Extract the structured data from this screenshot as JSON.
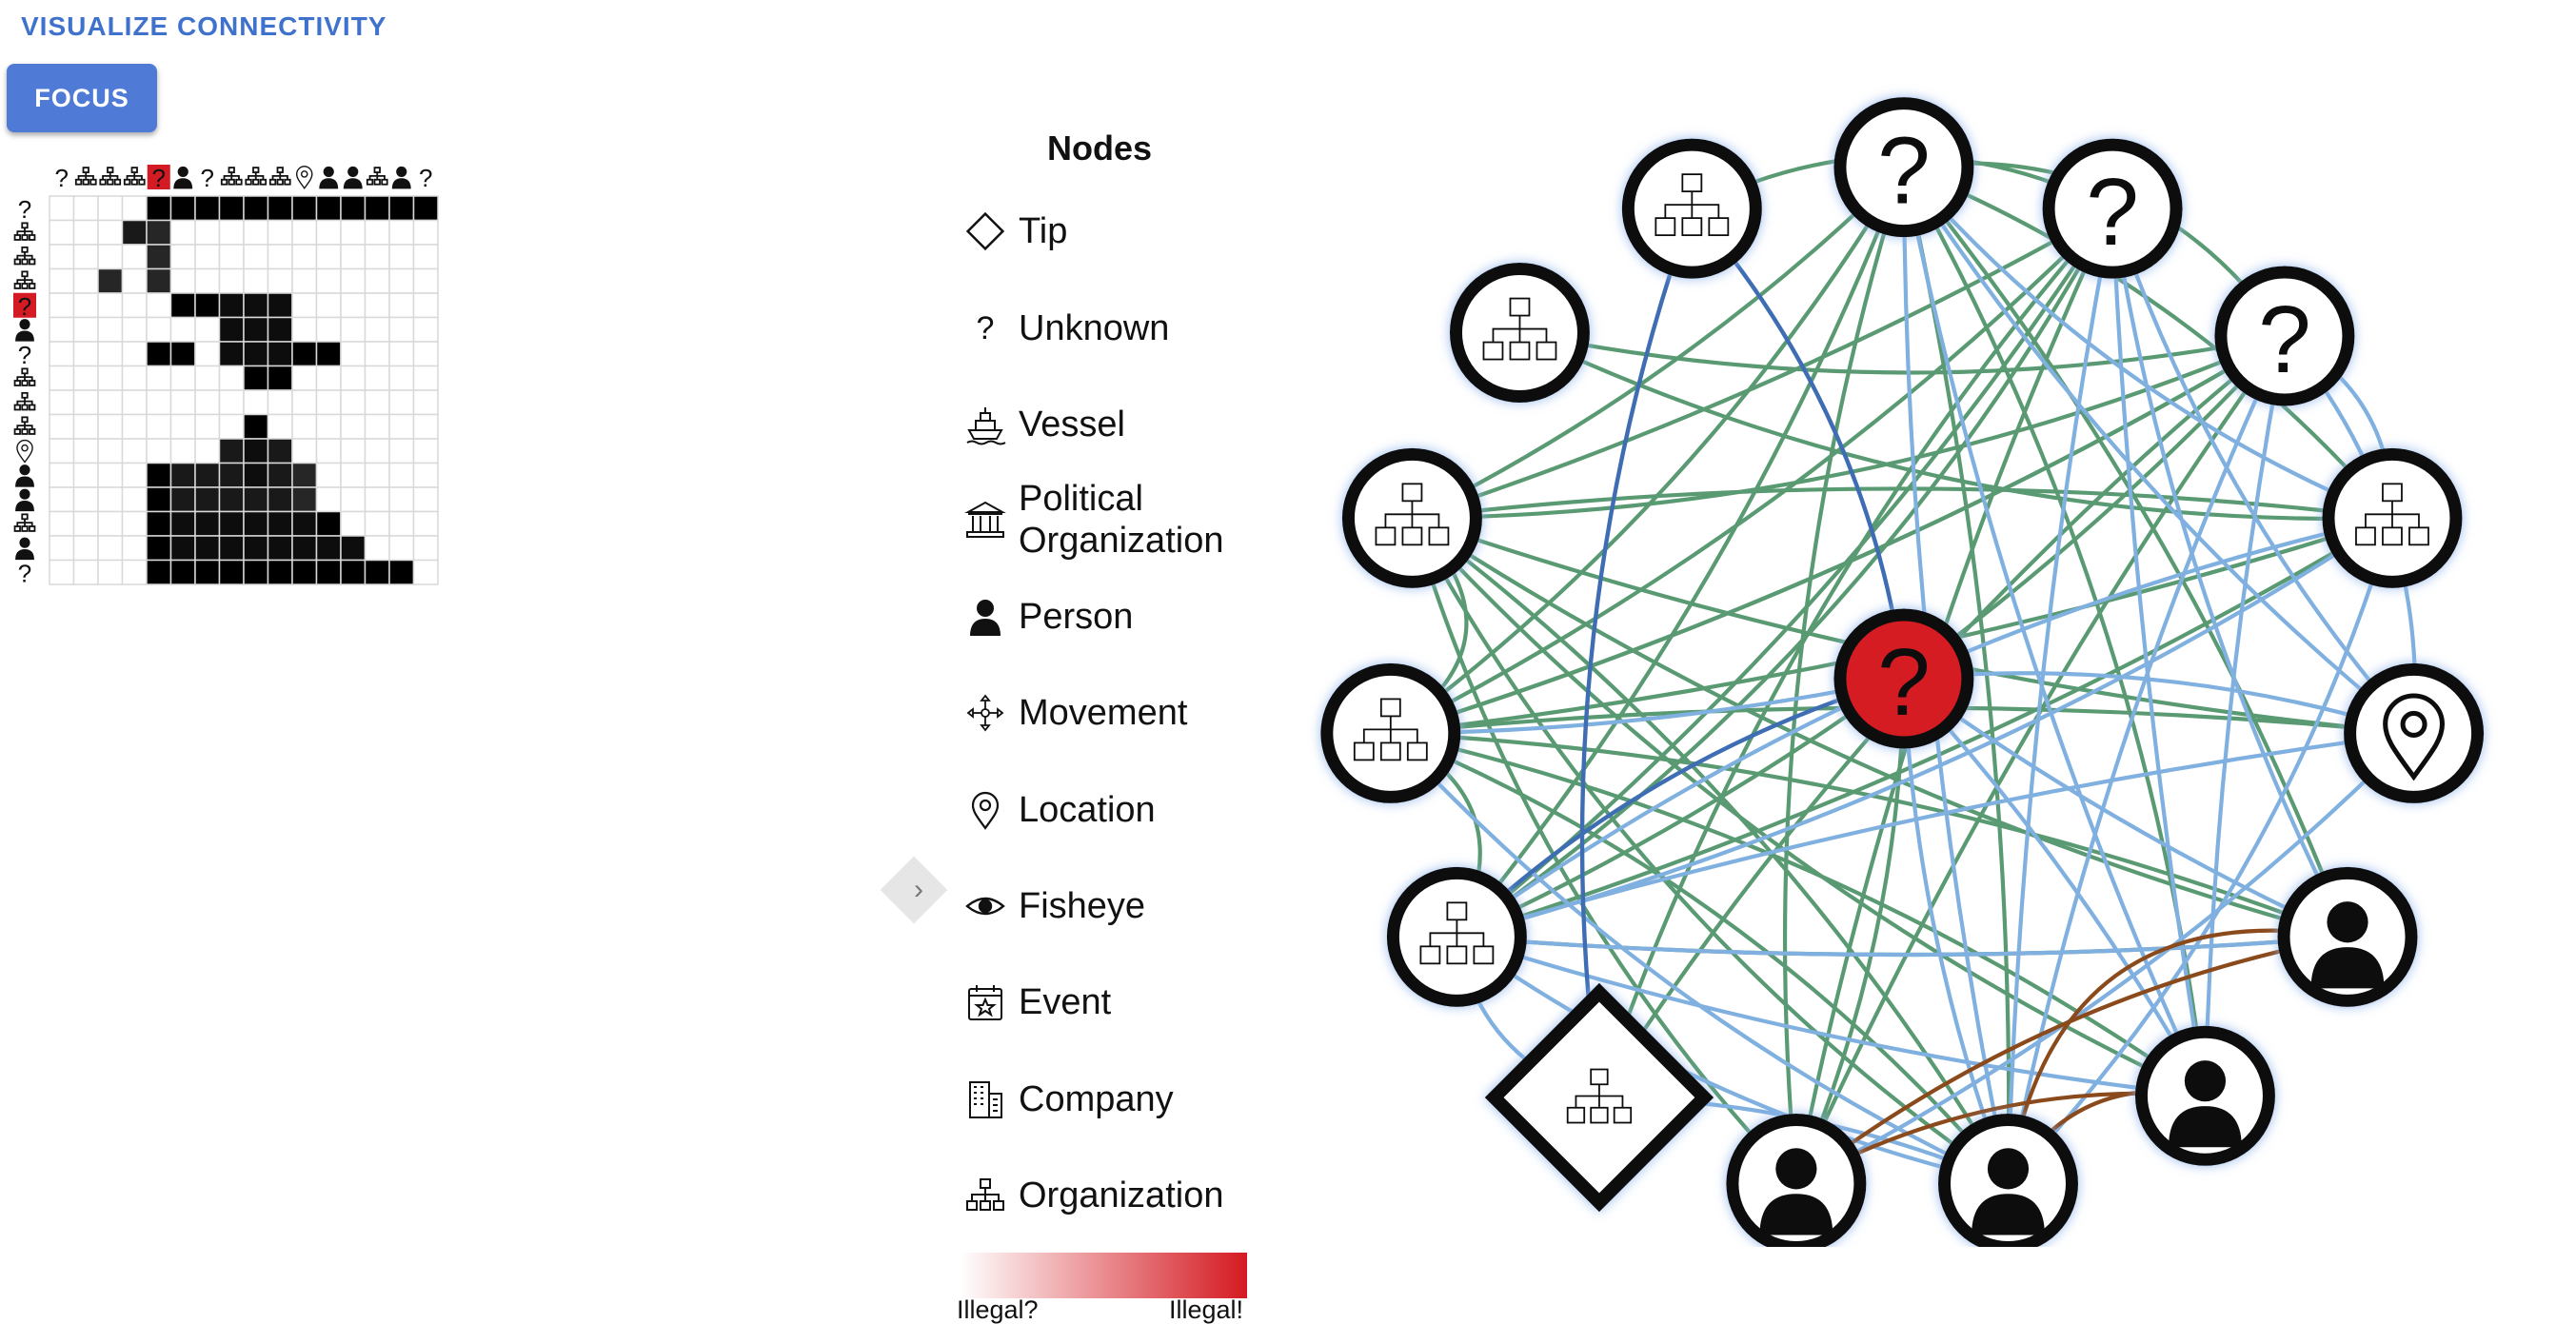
{
  "header": {
    "title": "VISUALIZE CONNECTIVITY",
    "focus_label": "FOCUS"
  },
  "colors": {
    "accent": "#4f7ad6",
    "highlight": "#d41a22",
    "edge_green": "#5a9a73",
    "edge_blue": "#7fb0e0",
    "edge_darkblue": "#3e6db4",
    "edge_brown": "#8b4a1c"
  },
  "matrix": {
    "node_types": [
      "unknown",
      "organization",
      "organization",
      "organization",
      "unknown",
      "person",
      "unknown",
      "organization",
      "organization",
      "organization",
      "location",
      "person",
      "person",
      "organization",
      "person",
      "unknown"
    ],
    "highlighted_index": 4,
    "cells": [
      [
        0,
        0,
        0,
        0,
        1,
        1,
        1,
        1,
        1,
        1,
        1,
        1,
        1,
        1,
        1,
        1
      ],
      [
        0,
        0,
        0,
        0.9,
        0.85,
        0,
        0,
        0,
        0,
        0,
        0,
        0,
        0,
        0,
        0,
        0
      ],
      [
        0,
        0,
        0,
        0,
        0.85,
        0,
        0,
        0,
        0,
        0,
        0,
        0,
        0,
        0,
        0,
        0
      ],
      [
        0,
        0,
        0.85,
        0,
        0.85,
        0,
        0,
        0,
        0,
        0,
        0,
        0,
        0,
        0,
        0,
        0
      ],
      [
        0,
        0,
        0,
        0,
        0,
        1,
        1,
        0.95,
        0.95,
        0.95,
        0,
        0,
        0,
        0,
        0,
        0
      ],
      [
        0,
        0,
        0,
        0,
        0,
        0,
        0,
        0.95,
        0.95,
        0.95,
        0,
        0,
        0,
        0,
        0,
        0
      ],
      [
        0,
        0,
        0,
        0,
        1,
        1,
        0,
        0.95,
        0.95,
        0.95,
        1,
        1,
        0,
        0,
        0,
        0
      ],
      [
        0,
        0,
        0,
        0,
        0,
        0,
        0,
        0,
        1,
        1,
        0,
        0,
        0,
        0,
        0,
        0
      ],
      [
        0,
        0,
        0,
        0,
        0,
        0,
        0,
        0,
        0,
        0,
        0,
        0,
        0,
        0,
        0,
        0
      ],
      [
        0,
        0,
        0,
        0,
        0,
        0,
        0,
        0,
        1,
        0,
        0,
        0,
        0,
        0,
        0,
        0
      ],
      [
        0,
        0,
        0,
        0,
        0,
        0,
        0,
        0.9,
        0.95,
        0.9,
        0,
        0,
        0,
        0,
        0,
        0
      ],
      [
        0,
        0,
        0,
        0,
        1,
        0.9,
        0.9,
        0.9,
        0.95,
        0.9,
        0.85,
        0,
        0,
        0,
        0,
        0
      ],
      [
        0,
        0,
        0,
        0,
        1,
        0.9,
        0.9,
        0.9,
        0.9,
        0.9,
        0.85,
        0,
        0,
        0,
        0,
        0
      ],
      [
        0,
        0,
        0,
        0,
        1,
        0.95,
        0.95,
        0.95,
        0.95,
        0.95,
        0.95,
        1,
        0,
        0,
        0,
        0
      ],
      [
        0,
        0,
        0,
        0,
        1,
        0.95,
        0.95,
        0.95,
        0.95,
        0.95,
        0.95,
        0.95,
        0.95,
        0,
        0,
        0
      ],
      [
        0,
        0,
        0,
        0,
        1,
        1,
        1,
        1,
        1,
        1,
        1,
        1,
        1,
        1,
        1,
        0
      ]
    ]
  },
  "legend": {
    "title": "Nodes",
    "items": [
      {
        "label": "Tip",
        "icon": "diamond-icon"
      },
      {
        "label": "Unknown",
        "icon": "question-icon"
      },
      {
        "label": "Vessel",
        "icon": "ship-icon"
      },
      {
        "label": "Political\nOrganization",
        "icon": "government-building-icon"
      },
      {
        "label": "Person",
        "icon": "person-icon"
      },
      {
        "label": "Movement",
        "icon": "move-arrows-icon"
      },
      {
        "label": "Location",
        "icon": "location-pin-icon"
      },
      {
        "label": "Fisheye",
        "icon": "eye-icon"
      },
      {
        "label": "Event",
        "icon": "calendar-star-icon"
      },
      {
        "label": "Company",
        "icon": "office-building-icon"
      },
      {
        "label": "Organization",
        "icon": "org-chart-icon"
      }
    ],
    "gradient": {
      "low_label": "Illegal?",
      "high_label": "Illegal!"
    }
  },
  "graph": {
    "nodes": [
      {
        "id": "org-top",
        "type": "organization"
      },
      {
        "id": "unk-top",
        "type": "unknown"
      },
      {
        "id": "unk-top-right",
        "type": "unknown"
      },
      {
        "id": "org-upper-left",
        "type": "organization"
      },
      {
        "id": "unk-right",
        "type": "unknown"
      },
      {
        "id": "org-left-1",
        "type": "organization"
      },
      {
        "id": "org-right",
        "type": "organization"
      },
      {
        "id": "unk-center",
        "type": "unknown",
        "highlighted": true
      },
      {
        "id": "org-left-2",
        "type": "organization"
      },
      {
        "id": "loc-right",
        "type": "location"
      },
      {
        "id": "org-left-3",
        "type": "organization"
      },
      {
        "id": "person-right",
        "type": "person"
      },
      {
        "id": "tip-org",
        "type": "tip-organization"
      },
      {
        "id": "person-bottom-right",
        "type": "person"
      },
      {
        "id": "person-bottom-1",
        "type": "person"
      },
      {
        "id": "person-bottom-2",
        "type": "person"
      }
    ]
  }
}
